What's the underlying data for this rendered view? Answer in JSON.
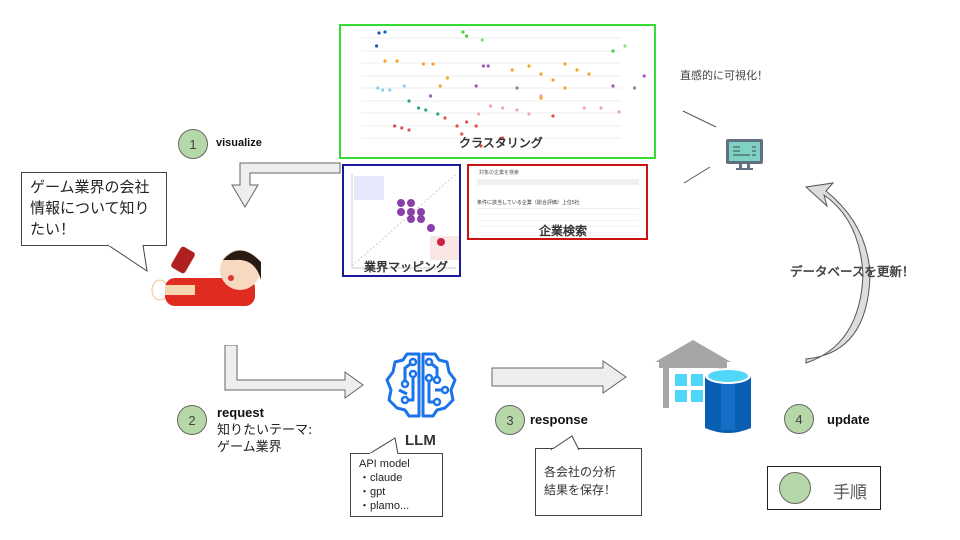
{
  "steps": [
    {
      "number": "1",
      "label": "visualize"
    },
    {
      "number": "2",
      "label": "request",
      "detail_lines": [
        "知りたいテーマ:",
        "ゲーム業界"
      ]
    },
    {
      "number": "3",
      "label": "response"
    },
    {
      "number": "4",
      "label": "update"
    }
  ],
  "user_speech": [
    "ゲーム業界の会社",
    "情報について知り",
    "たい！"
  ],
  "screenshots": {
    "clustering": {
      "title": "クラスタリング",
      "border_color": "#22cc22"
    },
    "industry_mapping": {
      "title": "業界マッピング",
      "border_color": "#1a1aaa"
    },
    "company_search": {
      "title": "企業検索",
      "border_color": "#cc1111",
      "search_header": "対象の企業を検索",
      "ranking_caption": "条件に該当している企業（総合評価）上位5社"
    }
  },
  "visualize_note": "直感的に可視化！",
  "llm": {
    "label": "LLM",
    "api_box": [
      "API model",
      "・claude",
      "・gpt",
      "・plamo..."
    ]
  },
  "response_note": [
    "各会社の分析",
    "結果を保存！"
  ],
  "db_update_note": "データベースを更新！",
  "legend": {
    "label": "手順"
  },
  "colors": {
    "step_fill": "#b6d7a8",
    "llm_blue": "#1a73e8",
    "db_blue": "#0a5fb4",
    "monitor_teal": "#7fd1c3"
  }
}
